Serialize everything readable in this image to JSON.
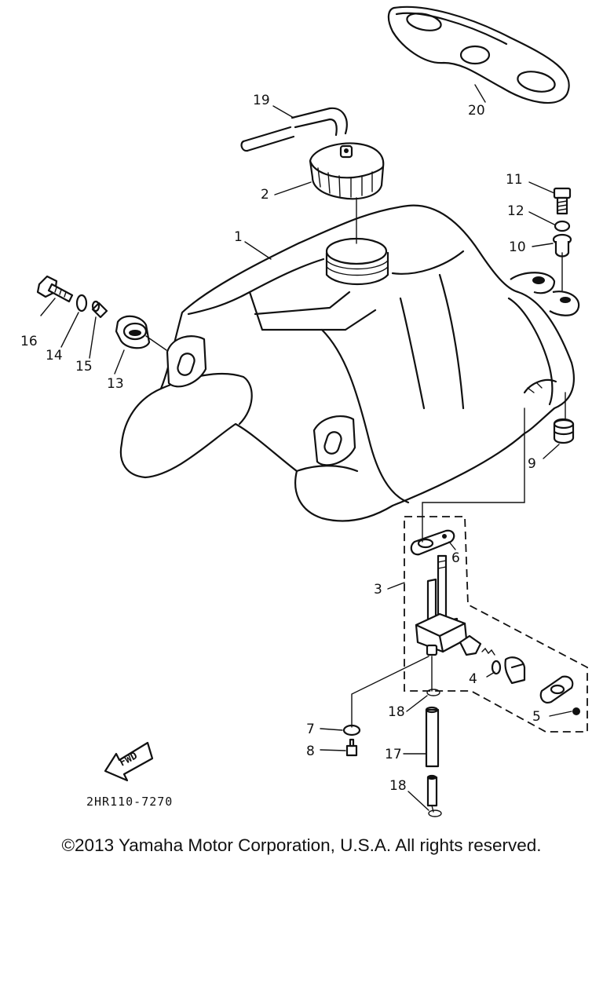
{
  "callouts": [
    {
      "id": "c1",
      "text": "1"
    },
    {
      "id": "c2",
      "text": "2"
    },
    {
      "id": "c3",
      "text": "3"
    },
    {
      "id": "c4",
      "text": "4"
    },
    {
      "id": "c5",
      "text": "5"
    },
    {
      "id": "c6",
      "text": "6"
    },
    {
      "id": "c7",
      "text": "7"
    },
    {
      "id": "c8",
      "text": "8"
    },
    {
      "id": "c9",
      "text": "9"
    },
    {
      "id": "c10",
      "text": "10"
    },
    {
      "id": "c11",
      "text": "11"
    },
    {
      "id": "c12",
      "text": "12"
    },
    {
      "id": "c13",
      "text": "13"
    },
    {
      "id": "c14",
      "text": "14"
    },
    {
      "id": "c15",
      "text": "15"
    },
    {
      "id": "c16",
      "text": "16"
    },
    {
      "id": "c17",
      "text": "17"
    },
    {
      "id": "c18a",
      "text": "18"
    },
    {
      "id": "c18b",
      "text": "18"
    },
    {
      "id": "c19",
      "text": "19"
    },
    {
      "id": "c20",
      "text": "20"
    }
  ],
  "fwd_label": "FWD",
  "drawing_code": "2HR110-7270",
  "copyright": "©2013 Yamaha Motor Corporation, U.S.A. All rights reserved."
}
